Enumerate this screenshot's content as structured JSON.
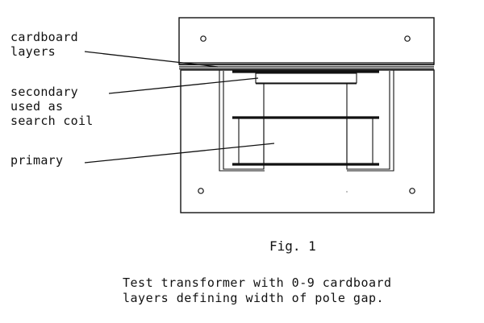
{
  "labels": {
    "cardboard": [
      "cardboard",
      "layers"
    ],
    "secondary": [
      "secondary",
      "used as",
      "search coil"
    ],
    "primary": [
      "primary"
    ]
  },
  "figure": {
    "label": "Fig. 1",
    "caption": [
      "Test  transformer  with  0-9  cardboard",
      "layers defining width of pole gap."
    ]
  }
}
